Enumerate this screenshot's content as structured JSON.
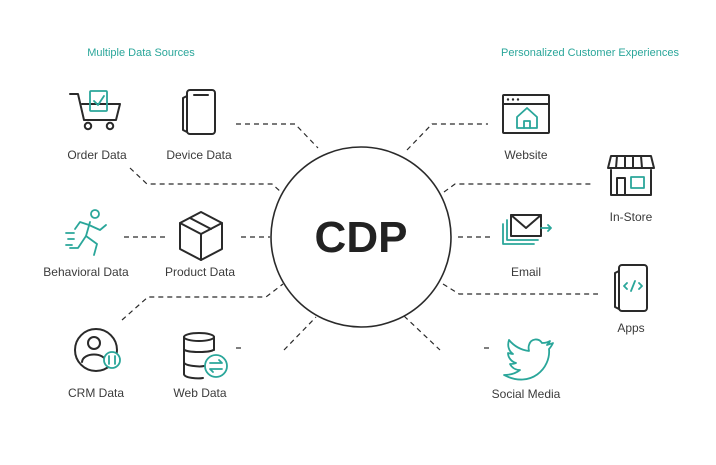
{
  "headers": {
    "left": "Multiple Data Sources",
    "right": "Personalized Customer Experiences"
  },
  "center": {
    "label": "CDP"
  },
  "sources": {
    "order_data": "Order Data",
    "device_data": "Device Data",
    "behavioral_data": "Behavioral Data",
    "product_data": "Product Data",
    "crm_data": "CRM Data",
    "web_data": "Web Data"
  },
  "experiences": {
    "website": "Website",
    "in_store": "In-Store",
    "email": "Email",
    "apps": "Apps",
    "social_media": "Social Media"
  },
  "icons": {
    "order_data": "shopping-cart-icon",
    "device_data": "mobile-device-icon",
    "behavioral_data": "running-person-icon",
    "product_data": "box-icon",
    "crm_data": "user-profile-icon",
    "web_data": "database-sync-icon",
    "website": "browser-window-icon",
    "in_store": "storefront-icon",
    "email": "envelope-icon",
    "apps": "app-code-icon",
    "social_media": "twitter-bird-icon"
  },
  "colors": {
    "accent": "#2aa69a",
    "ink": "#2a2a2a",
    "text": "#3b3b3b"
  }
}
